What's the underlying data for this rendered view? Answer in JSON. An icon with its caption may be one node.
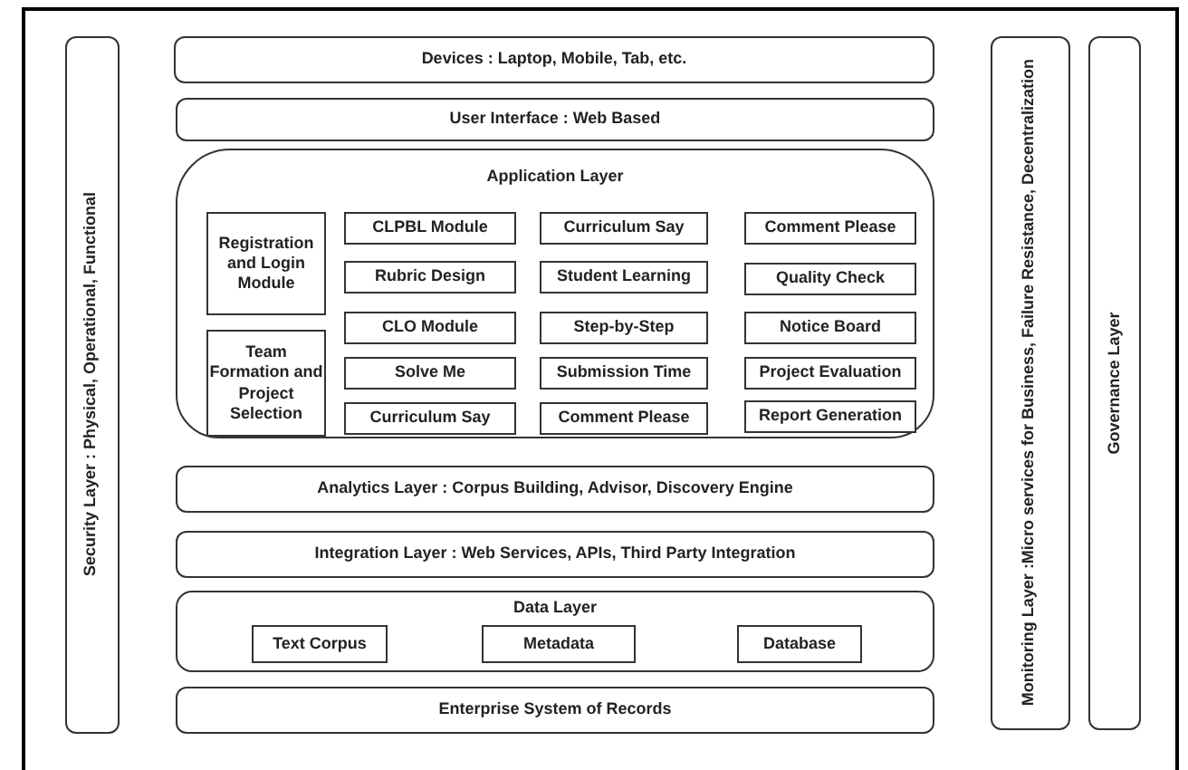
{
  "diagram": {
    "nodes": [
      {
        "text": [
          "Security Layer : Physical, Operational, Functional"
        ]
      },
      {
        "text": [
          "Devices : Laptop, Mobile, Tab, etc."
        ]
      },
      {
        "text": [
          "User Interface : Web Based"
        ]
      },
      {
        "text": [
          "Application Layer"
        ]
      },
      {
        "text": [
          "Registration and Login Module"
        ],
        "in": 3
      },
      {
        "text": [
          "CLPBL Module"
        ],
        "in": 3
      },
      {
        "text": [
          "Curriculum Say"
        ],
        "in": 3
      },
      {
        "text": [
          "Comment Please"
        ],
        "in": 3
      },
      {
        "text": [
          "Rubric Design"
        ],
        "in": 3
      },
      {
        "text": [
          "Student Learning"
        ],
        "in": 3
      },
      {
        "text": [
          "Quality Check"
        ],
        "in": 3
      },
      {
        "text": [
          "Team Formation and Project Selection"
        ],
        "in": 3
      },
      {
        "text": [
          "CLO Module"
        ],
        "in": 3
      },
      {
        "text": [
          "Step-by-Step"
        ],
        "in": 3
      },
      {
        "text": [
          "Notice Board"
        ],
        "in": 3
      },
      {
        "text": [
          "Solve Me"
        ],
        "in": 3
      },
      {
        "text": [
          "Submission Time"
        ],
        "in": 3
      },
      {
        "text": [
          "Project Evaluation"
        ],
        "in": 3
      },
      {
        "text": [
          "Curriculum Say"
        ],
        "in": 3
      },
      {
        "text": [
          "Comment Please"
        ],
        "in": 3
      },
      {
        "text": [
          "Report Generation"
        ],
        "in": 3
      },
      {
        "text": [
          "Analytics Layer : Corpus Building, Advisor, Discovery Engine"
        ]
      },
      {
        "text": [
          "Integration Layer : Web Services, APIs, Third Party Integration"
        ]
      },
      {
        "text": [
          "Data Layer"
        ]
      },
      {
        "text": [
          "Text Corpus"
        ],
        "in": 23
      },
      {
        "text": [
          "Metadata"
        ],
        "in": 23
      },
      {
        "text": [
          "Database"
        ],
        "in": 23
      },
      {
        "text": [
          "Enterprise System of Records"
        ]
      },
      {
        "text": [
          "Monitoring Layer :Micro services for Business, Failure Resistance, Decentralization"
        ]
      },
      {
        "text": [
          "Governance Layer"
        ]
      }
    ]
  }
}
